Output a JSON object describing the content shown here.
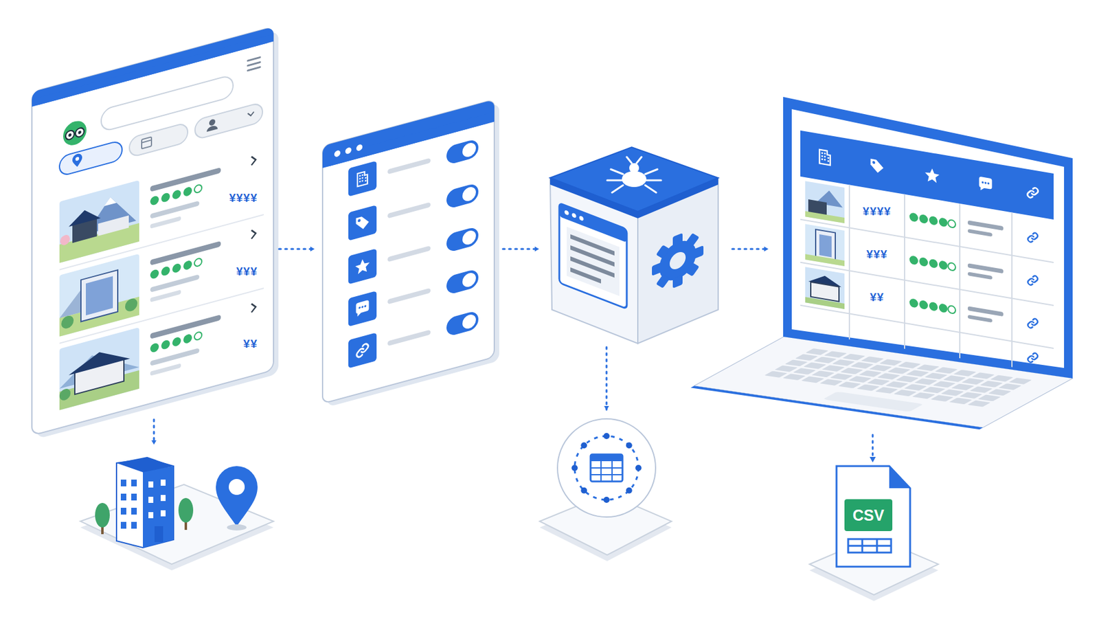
{
  "diagram": {
    "nodes": [
      {
        "text": [
          "¥¥¥¥",
          "¥¥¥",
          "¥¥"
        ]
      },
      {
        "text": [
          "¥¥¥¥",
          "¥¥¥",
          "¥¥"
        ]
      },
      {
        "text": [
          "CSV"
        ]
      }
    ],
    "edges": [
      {
        "from": 1,
        "to": 2,
        "arrow": "to"
      }
    ]
  }
}
